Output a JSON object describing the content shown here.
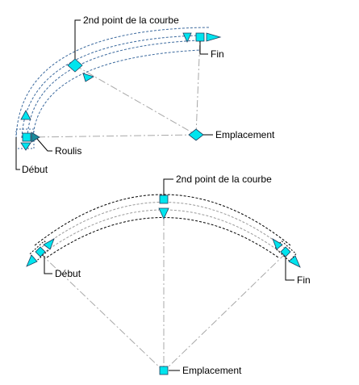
{
  "colors": {
    "grip_fill": "#00e5ee",
    "grip_stroke": "#1f3f5f",
    "curve_blue": "#3c6a9e",
    "curve_black": "#000000",
    "curve_gray": "#9a9a9a",
    "centerline": "#a8a8a8",
    "label": "#000000"
  },
  "top_diagram": {
    "label_curve_point": "2nd point de la courbe",
    "label_end": "Fin",
    "label_location": "Emplacement",
    "label_roll": "Roulis",
    "label_start": "Début"
  },
  "bottom_diagram": {
    "label_curve_point": "2nd point de la courbe",
    "label_start": "Début",
    "label_end": "Fin",
    "label_location": "Emplacement"
  },
  "icons": {
    "square_grip": "square-grip-icon",
    "diamond_grip": "diamond-grip-icon",
    "triangle_grip": "triangle-arrow-icon"
  }
}
